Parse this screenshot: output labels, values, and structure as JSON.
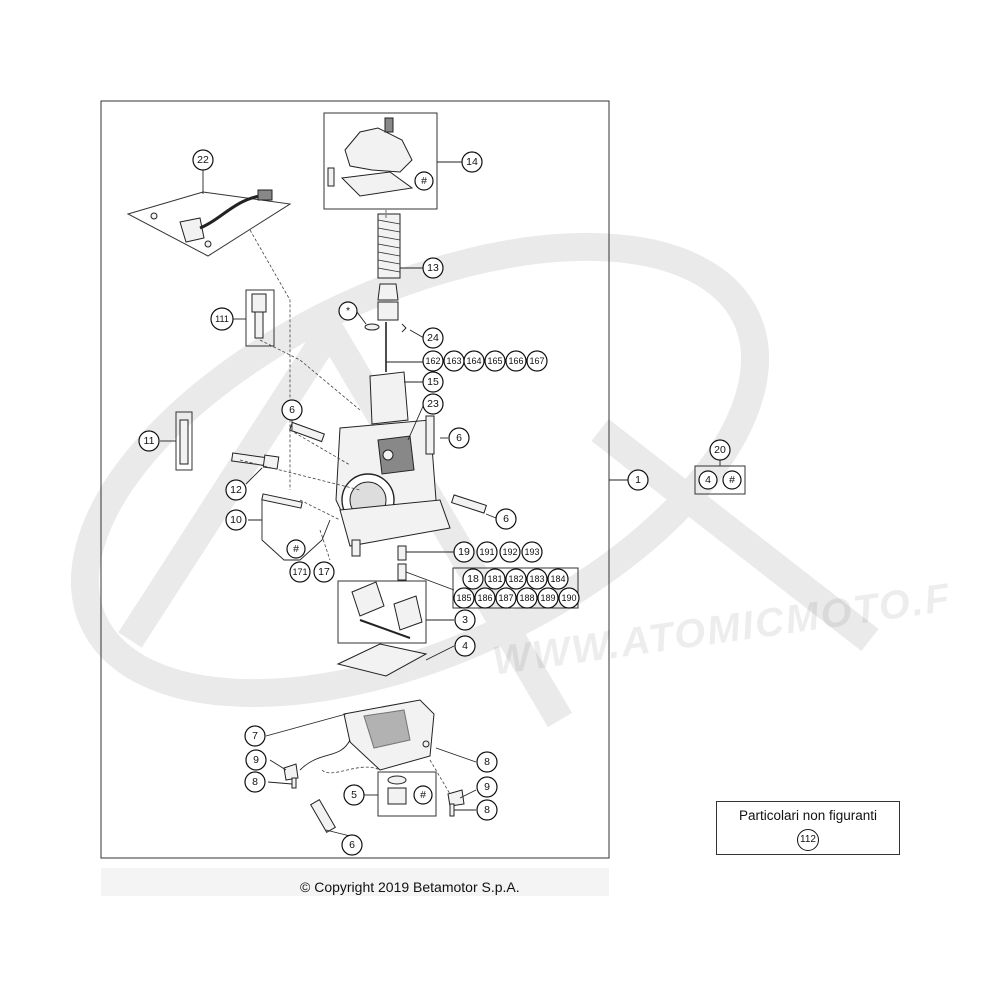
{
  "copyright": "© Copyright 2019 Betamotor S.p.A.",
  "legend": {
    "title": "Particolari non figuranti",
    "number": "112"
  },
  "watermark": "WWW.ATOMICMOTO.F",
  "callouts": [
    {
      "id": "1",
      "label": "1"
    },
    {
      "id": "3",
      "label": "3"
    },
    {
      "id": "4",
      "label": "4"
    },
    {
      "id": "5",
      "label": "5"
    },
    {
      "id": "6a",
      "label": "6"
    },
    {
      "id": "6b",
      "label": "6"
    },
    {
      "id": "6c",
      "label": "6"
    },
    {
      "id": "6d",
      "label": "6"
    },
    {
      "id": "7",
      "label": "7"
    },
    {
      "id": "8a",
      "label": "8"
    },
    {
      "id": "8b",
      "label": "8"
    },
    {
      "id": "8c",
      "label": "8"
    },
    {
      "id": "9a",
      "label": "9"
    },
    {
      "id": "9b",
      "label": "9"
    },
    {
      "id": "10",
      "label": "10"
    },
    {
      "id": "11",
      "label": "11"
    },
    {
      "id": "12",
      "label": "12"
    },
    {
      "id": "13",
      "label": "13"
    },
    {
      "id": "14",
      "label": "14"
    },
    {
      "id": "15",
      "label": "15"
    },
    {
      "id": "17",
      "label": "17"
    },
    {
      "id": "171",
      "label": "171"
    },
    {
      "id": "19",
      "label": "19"
    },
    {
      "id": "191",
      "label": "191"
    },
    {
      "id": "192",
      "label": "192"
    },
    {
      "id": "193",
      "label": "193"
    },
    {
      "id": "18",
      "label": "18"
    },
    {
      "id": "181",
      "label": "181"
    },
    {
      "id": "182",
      "label": "182"
    },
    {
      "id": "183",
      "label": "183"
    },
    {
      "id": "184",
      "label": "184"
    },
    {
      "id": "185",
      "label": "185"
    },
    {
      "id": "186",
      "label": "186"
    },
    {
      "id": "187",
      "label": "187"
    },
    {
      "id": "188",
      "label": "188"
    },
    {
      "id": "189",
      "label": "189"
    },
    {
      "id": "190",
      "label": "190"
    },
    {
      "id": "20",
      "label": "20"
    },
    {
      "id": "20-4",
      "label": "4"
    },
    {
      "id": "20-hash",
      "label": "#"
    },
    {
      "id": "22",
      "label": "22"
    },
    {
      "id": "23",
      "label": "23"
    },
    {
      "id": "24",
      "label": "24"
    },
    {
      "id": "111",
      "label": "111"
    },
    {
      "id": "162",
      "label": "162"
    },
    {
      "id": "163",
      "label": "163"
    },
    {
      "id": "164",
      "label": "164"
    },
    {
      "id": "165",
      "label": "165"
    },
    {
      "id": "166",
      "label": "166"
    },
    {
      "id": "167",
      "label": "167"
    },
    {
      "id": "star",
      "label": "*"
    },
    {
      "id": "hash-14",
      "label": "#"
    },
    {
      "id": "hash-10",
      "label": "#"
    },
    {
      "id": "hash-5",
      "label": "#"
    }
  ]
}
